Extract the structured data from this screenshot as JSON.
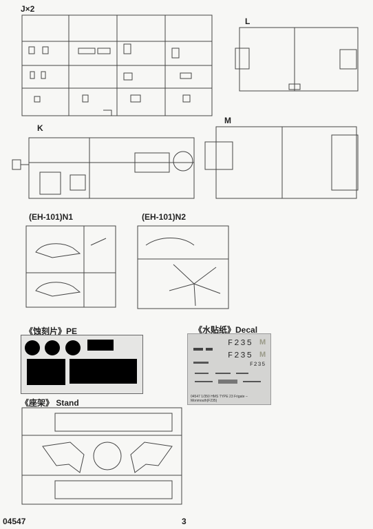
{
  "labels": {
    "sprue_j": "J×2",
    "sprue_l": "L",
    "sprue_k": "K",
    "sprue_m": "M",
    "sprue_n1": "(EH-101)N1",
    "sprue_n2": "(EH-101)N2",
    "pe": "《蚀刻片》PE",
    "decal": "《水贴纸》Decal",
    "stand": "《座架》 Stand"
  },
  "decal": {
    "hull_number": "F235",
    "letter": "M",
    "caption": "04547 1/350 HMS TYPE 23 Frigate – Monmouth(F235)"
  },
  "footer": {
    "product_code": "04547",
    "page_number": "3"
  }
}
